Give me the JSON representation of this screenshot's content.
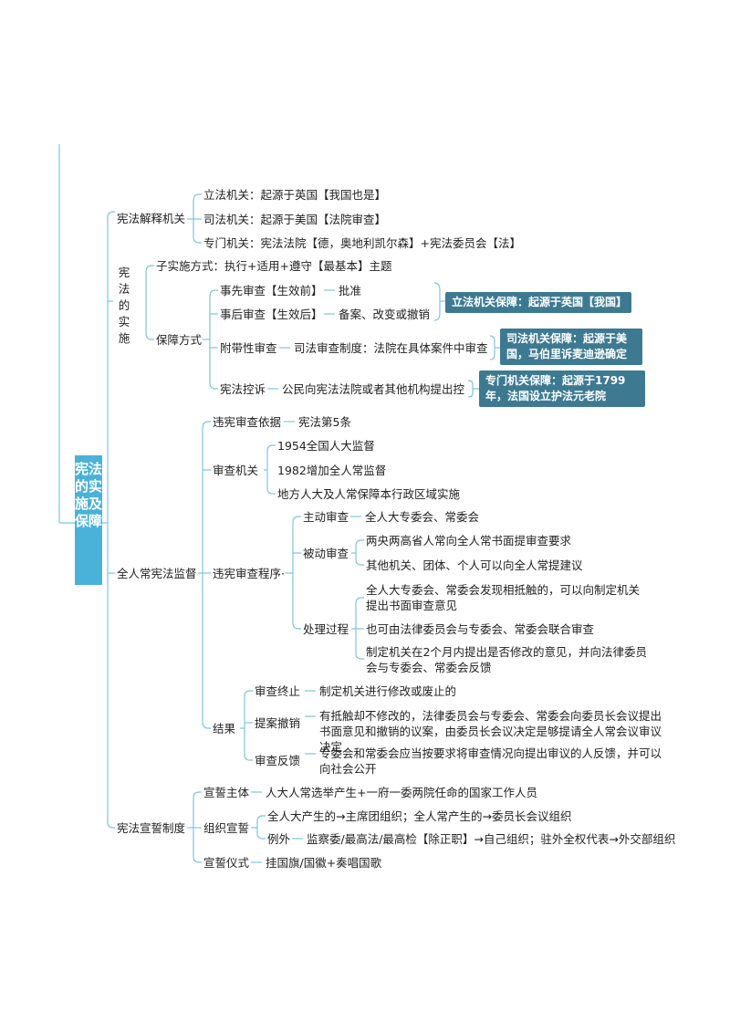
{
  "root": "宪法的实施及保障",
  "interp": {
    "label": "宪法解释机关",
    "items": [
      "立法机关：起源于英国【我国也是】",
      "司法机关：起源于美国【法院审查】",
      "专门机关：宪法法院【德，奥地利凯尔森】+宪法委员会【法】"
    ]
  },
  "impl": {
    "label": "宪法的实施",
    "sub": "子实施方式：执行+适用+遵守【最基本】主题",
    "guarantee": {
      "label": "保障方式",
      "prior": "事先审查【生效前】",
      "prior_detail": "批准",
      "post": "事后审查【生效后】",
      "post_detail": "备案、改变或撤销",
      "callout_legislative": "立法机关保障：起源于英国【我国】",
      "incidental": "附带性审查",
      "incidental_detail": "司法审查制度：法院在具体案件中审查",
      "callout_judicial": "司法机关保障：起源于美国，马伯里诉麦迪逊确定",
      "complaint": "宪法控诉",
      "complaint_detail": "公民向宪法法院或者其他机构提出控",
      "callout_special": "专门机关保障：起源于1799年，法国设立护法元老院"
    }
  },
  "npc": {
    "label": "全人常宪法监督",
    "basis": "违宪审查依据",
    "basis_detail": "宪法第5条",
    "organ": "审查机关",
    "organ_items": [
      "1954全国人大监督",
      "1982增加全人常监督",
      "地方人大及人常保障本行政区域实施"
    ],
    "procedure": "违宪审查程序·",
    "active": "主动审查",
    "active_detail": "全人大专委会、常委会",
    "passive": "被动审查",
    "passive_items": [
      "两央两高省人常向全人常书面提审查要求",
      "其他机关、团体、个人可以向全人常提建议"
    ],
    "process": "处理过程",
    "process_items": [
      "全人大专委会、常委会发现相抵触的，可以向制定机关提出书面审查意见",
      "也可由法律委员会与专委会、常委会联合审查",
      "制定机关在2个月内提出是否修改的意见，并向法律委员会与专委会、常委会反馈"
    ],
    "result": "结果",
    "end": "审查终止",
    "end_detail": "制定机关进行修改或废止的",
    "withdraw": "提案撤销",
    "withdraw_detail": "有抵触却不修改的，法律委员会与专委会、常委会向委员长会议提出书面意见和撤销的议案，由委员长会议决定是够提请全人常会议审议决定",
    "feedback": "审查反馈",
    "feedback_detail": "专委会和常委会应当按要求将审查情况向提出审议的人反馈，并可以向社会公开"
  },
  "oath": {
    "label": "宪法宣誓制度",
    "subject": "宣誓主体",
    "subject_detail": "人大人常选举产生+一府一委两院任命的国家工作人员",
    "org": "组织宣誓",
    "org_detail": "全人大产生的→主席团组织；全人常产生的→委员长会议组织",
    "exception": "例外",
    "exception_detail": "监察委/最高法/最高检【除正职】→自己组织；驻外全权代表→外交部组织",
    "ceremony": "宣誓仪式",
    "ceremony_detail": "挂国旗/国徽+奏唱国歌"
  },
  "colors": {
    "line": "#7fc4de",
    "root_fill": "#4ab2d8",
    "callout_fill": "#3d7a92"
  }
}
